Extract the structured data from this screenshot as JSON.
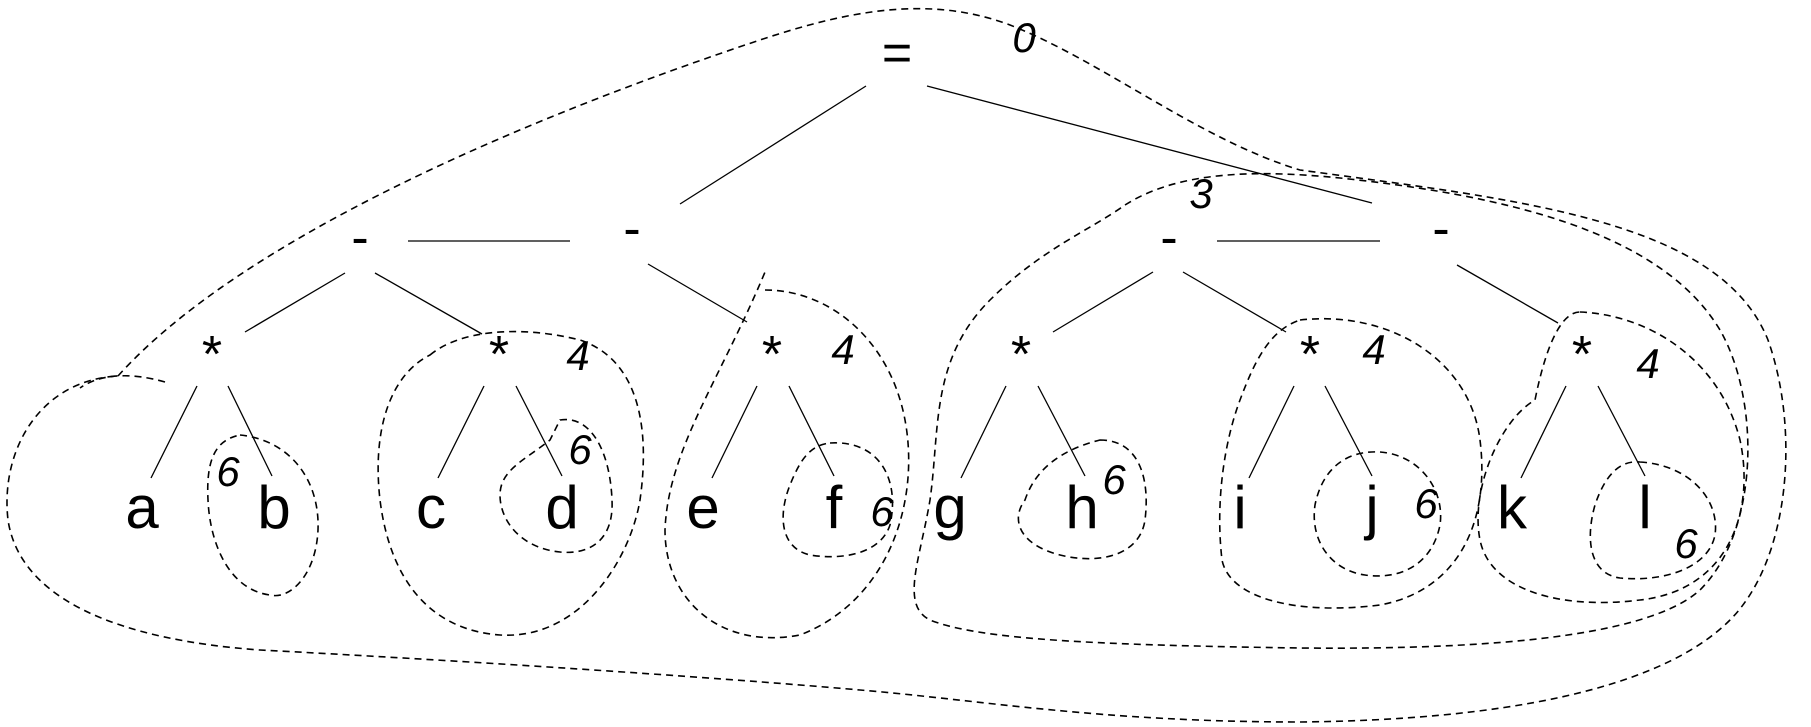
{
  "tree": {
    "nodes": [
      {
        "id": "root",
        "label": "="
      },
      {
        "id": "m1",
        "label": "-"
      },
      {
        "id": "m2",
        "label": "-"
      },
      {
        "id": "m3",
        "label": "-"
      },
      {
        "id": "m4",
        "label": "-"
      },
      {
        "id": "s1",
        "label": "*"
      },
      {
        "id": "s2",
        "label": "*"
      },
      {
        "id": "s3",
        "label": "*"
      },
      {
        "id": "s4",
        "label": "*"
      },
      {
        "id": "s5",
        "label": "*"
      },
      {
        "id": "s6",
        "label": "*"
      },
      {
        "id": "a",
        "label": "a"
      },
      {
        "id": "b",
        "label": "b"
      },
      {
        "id": "c",
        "label": "c"
      },
      {
        "id": "d",
        "label": "d"
      },
      {
        "id": "e",
        "label": "e"
      },
      {
        "id": "f",
        "label": "f"
      },
      {
        "id": "g",
        "label": "g"
      },
      {
        "id": "h",
        "label": "h"
      },
      {
        "id": "i",
        "label": "i"
      },
      {
        "id": "j",
        "label": "j"
      },
      {
        "id": "k",
        "label": "k"
      },
      {
        "id": "l",
        "label": "l"
      }
    ],
    "annotations": [
      {
        "id": "ann-root",
        "text": "0"
      },
      {
        "id": "ann-m3",
        "text": "3"
      },
      {
        "id": "ann-s2",
        "text": "4"
      },
      {
        "id": "ann-s3",
        "text": "4"
      },
      {
        "id": "ann-s5",
        "text": "4"
      },
      {
        "id": "ann-s6",
        "text": "4"
      },
      {
        "id": "ann-b",
        "text": "6"
      },
      {
        "id": "ann-d",
        "text": "6"
      },
      {
        "id": "ann-f",
        "text": "6"
      },
      {
        "id": "ann-h",
        "text": "6"
      },
      {
        "id": "ann-j",
        "text": "6"
      },
      {
        "id": "ann-l",
        "text": "6"
      }
    ]
  },
  "colors": {
    "ink": "#000000",
    "background": "#ffffff"
  }
}
